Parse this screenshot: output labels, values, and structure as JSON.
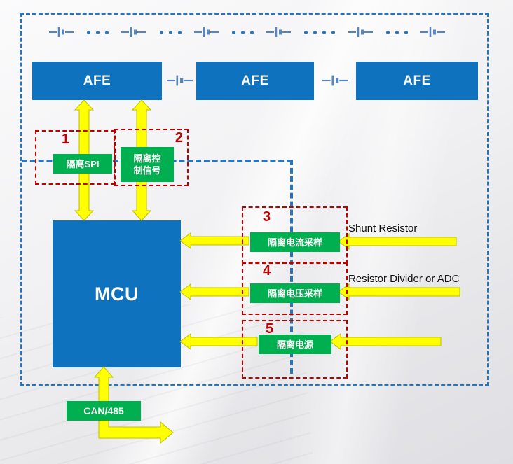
{
  "colors": {
    "box_blue": "#0E72BE",
    "green": "#00B050",
    "arrow_yellow": "#FFFF00",
    "number_red": "#C00000",
    "dashed_blue": "#2E74B5"
  },
  "afe": {
    "labels": [
      "AFE",
      "AFE",
      "AFE"
    ]
  },
  "mcu_label": "MCU",
  "blocks": [
    {
      "num": "1",
      "label": "隔离SPI"
    },
    {
      "num": "2",
      "label": "隔离控制信号"
    },
    {
      "num": "3",
      "label": "隔离电流采样"
    },
    {
      "num": "4",
      "label": "隔离电压采样"
    },
    {
      "num": "5",
      "label": "隔离电源"
    }
  ],
  "annotations": {
    "shunt_resistor": "Shunt Resistor",
    "resistor_divider": "Resistor Divider or ADC"
  },
  "can_label": "CAN/485",
  "icons": {
    "battery": "battery-cell-icon"
  }
}
